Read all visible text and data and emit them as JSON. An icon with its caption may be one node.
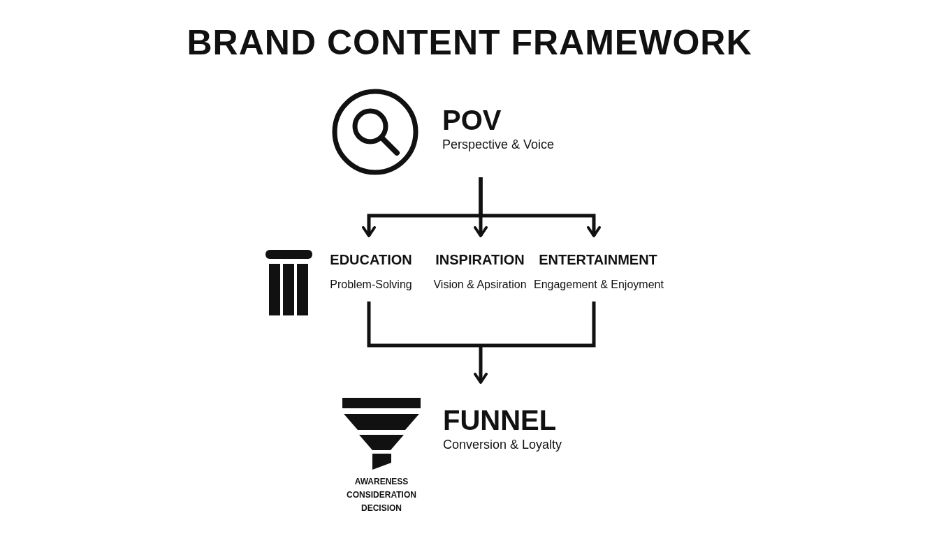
{
  "diagram": {
    "title": "BRAND CONTENT FRAMEWORK",
    "nodes": [
      {
        "text": [
          "POV",
          "Perspective & Voice"
        ]
      },
      {
        "text": [
          "EDUCATION",
          "Problem-Solving"
        ]
      },
      {
        "text": [
          "INSPIRATION",
          "Vision & Apsiration"
        ]
      },
      {
        "text": [
          "ENTERTAINMENT",
          "Engagement & Enjoyment"
        ]
      },
      {
        "text": [
          "FUNNEL",
          "Conversion & Loyalty"
        ]
      }
    ],
    "edges": [
      {
        "from": 0,
        "to": 1,
        "arrow": "to"
      },
      {
        "from": 0,
        "to": 2,
        "arrow": "to"
      },
      {
        "from": 0,
        "to": 3,
        "arrow": "to"
      },
      {
        "from": 1,
        "to": 4,
        "arrow": "to"
      },
      {
        "from": 2,
        "to": 4,
        "arrow": "to"
      },
      {
        "from": 3,
        "to": 4,
        "arrow": "to"
      }
    ],
    "labels": [
      "AWARENESS",
      "CONSIDERATION",
      "DECISION"
    ]
  }
}
